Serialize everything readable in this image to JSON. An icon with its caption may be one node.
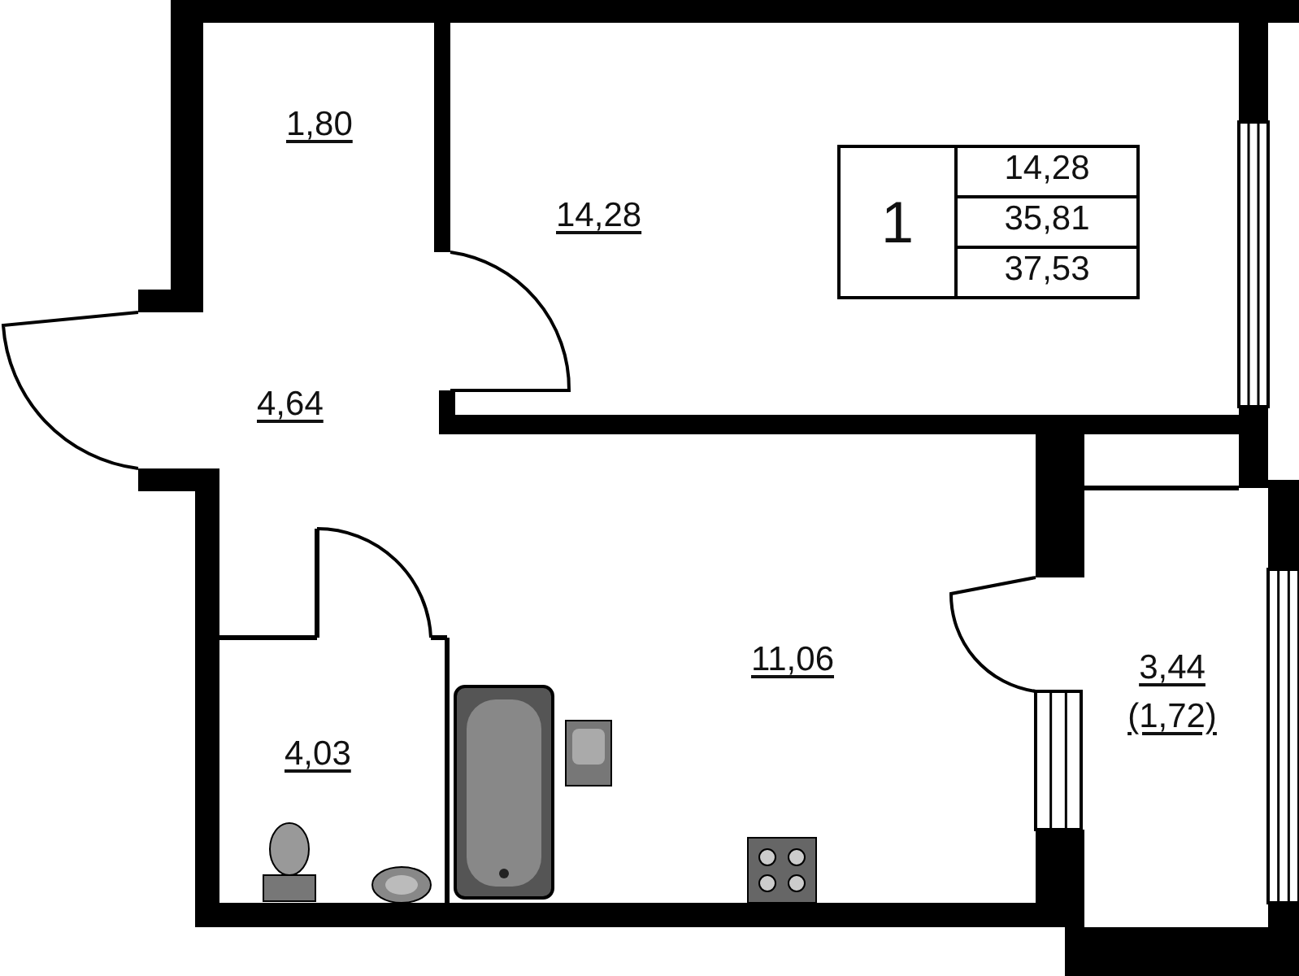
{
  "diagram": {
    "labels": [
      "1,80",
      "14,28",
      "1",
      "14,28",
      "35,81",
      "37,53",
      "4,64",
      "11,06",
      "3,44",
      "(1,72)",
      "4,03"
    ]
  }
}
